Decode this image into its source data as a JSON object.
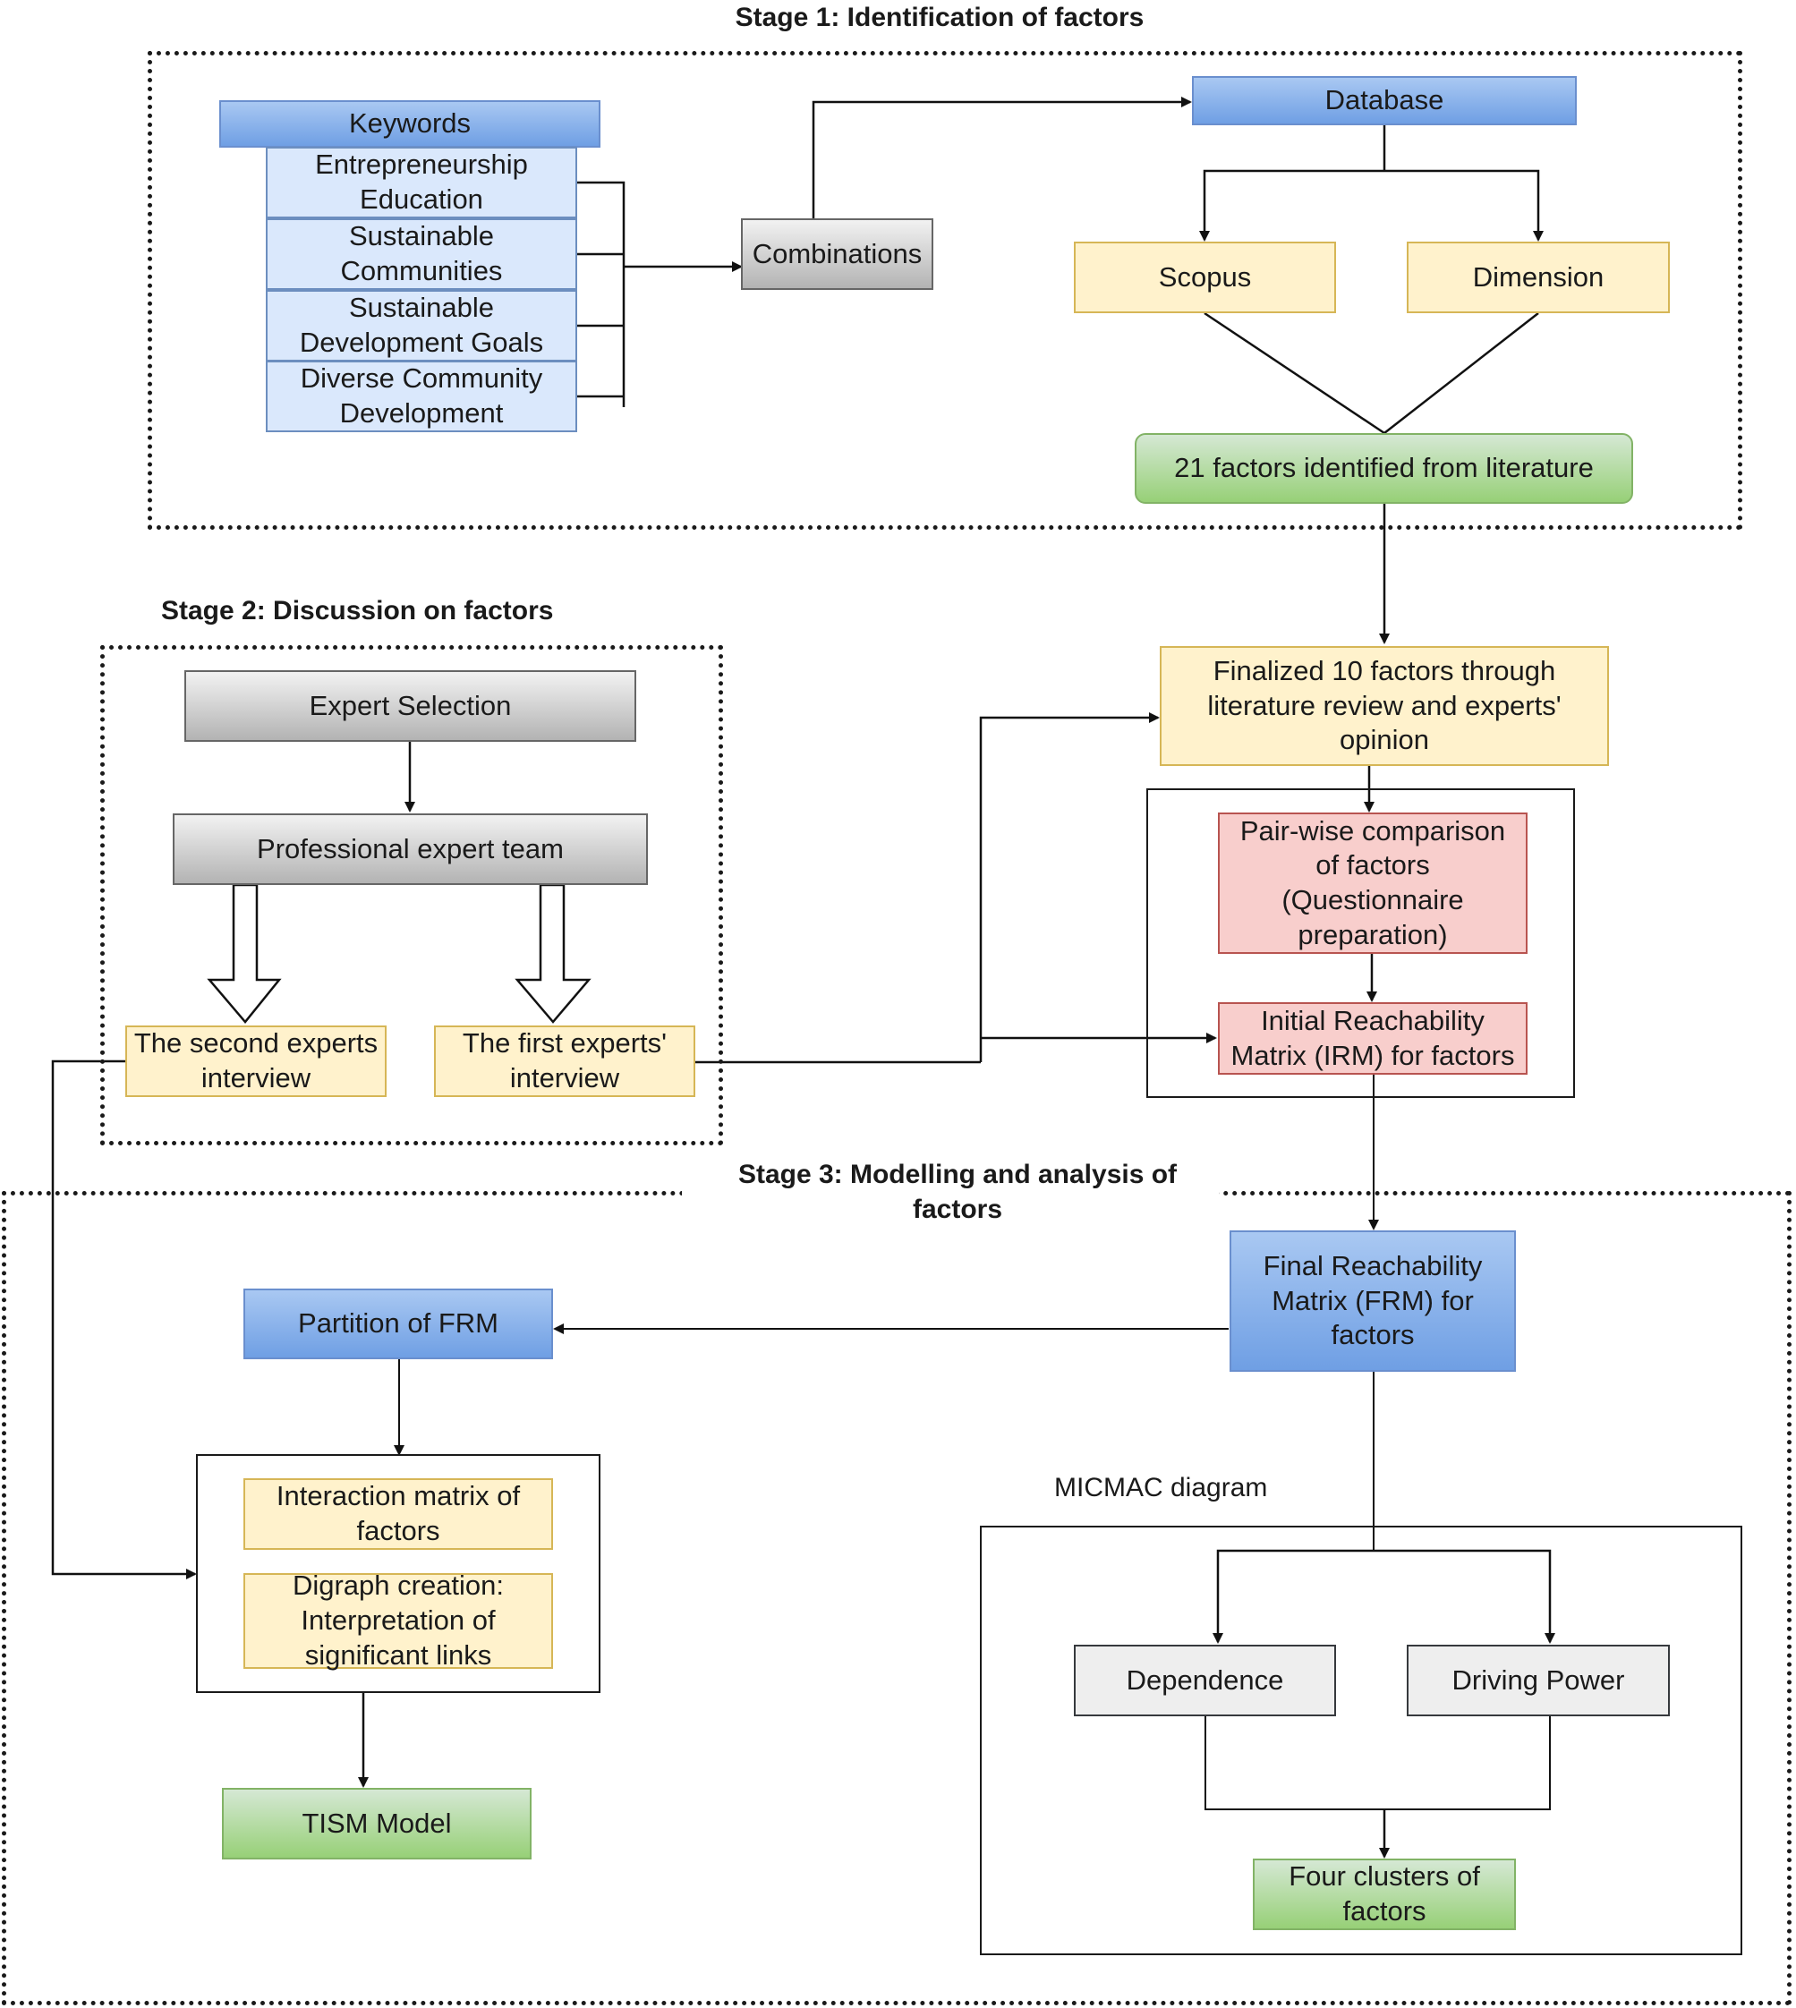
{
  "stages": {
    "stage1_title": "Stage 1: Identification of factors",
    "stage2_title": "Stage 2: Discussion on factors",
    "stage3_title": "Stage 3: Modelling and analysis of factors"
  },
  "stage1": {
    "keywords_header": "Keywords",
    "keywords": [
      "Entrepreneurship Education",
      "Sustainable Communities",
      "Sustainable Development Goals",
      "Diverse Community Development"
    ],
    "combinations": "Combinations",
    "database": "Database",
    "scopus": "Scopus",
    "dimension": "Dimension",
    "factors_identified": "21 factors identified from literature"
  },
  "stage2": {
    "expert_selection": "Expert Selection",
    "expert_team": "Professional expert team",
    "second_interview": "The second experts interview",
    "first_interview": "The first experts' interview"
  },
  "middle": {
    "finalized": "Finalized 10 factors through literature review and experts' opinion",
    "pairwise": "Pair-wise comparison of factors (Questionnaire preparation)",
    "irm": "Initial Reachability Matrix (IRM) for factors"
  },
  "stage3": {
    "frm": "Final Reachability Matrix (FRM) for factors",
    "partition": "Partition of FRM",
    "interaction": "Interaction matrix of factors",
    "digraph": "Digraph creation: Interpretation of significant links",
    "tism": "TISM Model",
    "micmac_label": "MICMAC diagram",
    "dependence": "Dependence",
    "driving_power": "Driving Power",
    "clusters": "Four clusters of factors"
  }
}
